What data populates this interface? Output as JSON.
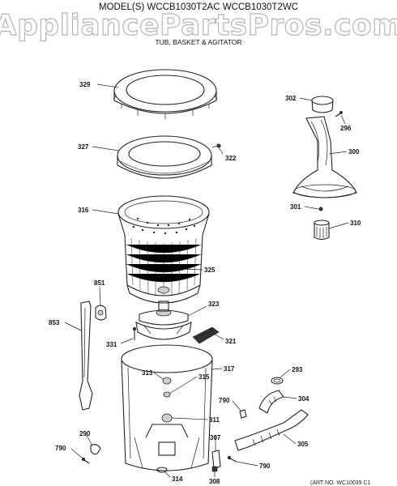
{
  "header": {
    "watermark": "AppliancePartsPros.com",
    "model_line": "MODEL(S) WCCB1030T2AC  WCCB1030T2WC",
    "section_title": "TUB, BASKET & AGITATOR"
  },
  "callouts": {
    "c329": "329",
    "c302": "302",
    "c296": "296",
    "c327": "327",
    "c322": "322",
    "c300": "300",
    "c316": "316",
    "c301": "301",
    "c310": "310",
    "c325": "325",
    "c851": "851",
    "c323": "323",
    "c853": "853",
    "c321": "321",
    "c331": "331",
    "c317": "317",
    "c313": "313",
    "c315": "315",
    "c293": "293",
    "c790a": "790",
    "c304": "304",
    "c311": "311",
    "c290": "290",
    "c307": "307",
    "c305": "305",
    "c790b": "790",
    "c790c": "790",
    "c314": "314",
    "c308": "308"
  },
  "footer": {
    "part_no": "(ART NO. WC10039 C1"
  }
}
